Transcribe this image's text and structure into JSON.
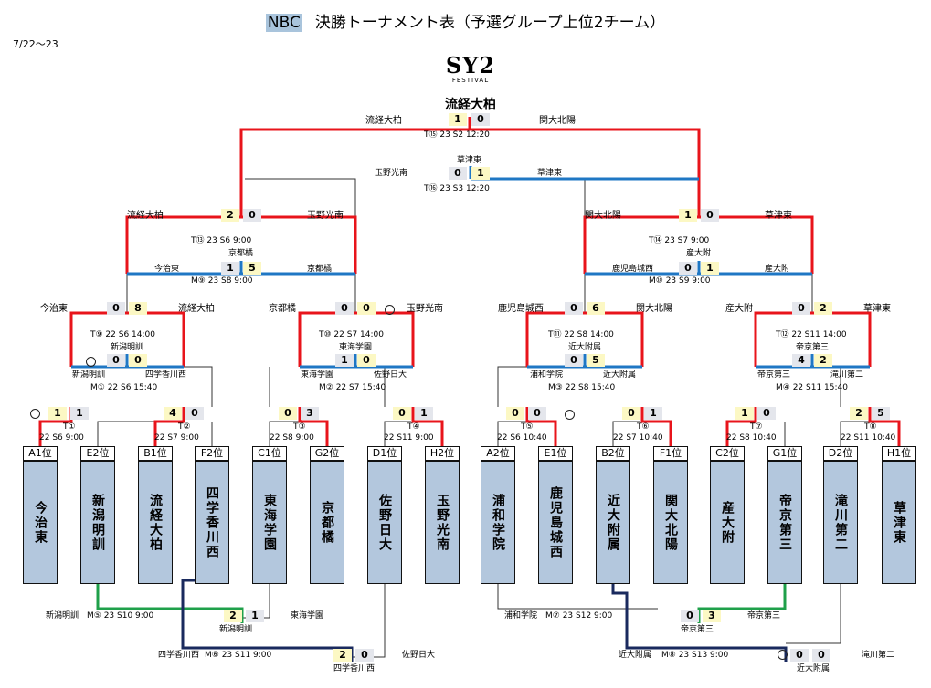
{
  "header": {
    "nbc": "NBC",
    "title": "決勝トーナメント表（予選グループ上位2チーム）",
    "date": "7/22〜23"
  },
  "logo": {
    "text": "SY2",
    "sub": "FESTIVAL"
  },
  "champion": "流経大柏",
  "colors": {
    "win": "#e8141b",
    "blue": "#1f77c4",
    "green": "#1fa04a",
    "navy": "#1a2a5e",
    "team_box": "#b3c7dd"
  },
  "teams": [
    {
      "seed": "A1位",
      "name": "今治東"
    },
    {
      "seed": "E2位",
      "name": "新潟明訓"
    },
    {
      "seed": "B1位",
      "name": "流経大柏"
    },
    {
      "seed": "F2位",
      "name": "四学香川西"
    },
    {
      "seed": "C1位",
      "name": "東海学園"
    },
    {
      "seed": "G2位",
      "name": "京都橘"
    },
    {
      "seed": "D1位",
      "name": "佐野日大"
    },
    {
      "seed": "H2位",
      "name": "玉野光南"
    },
    {
      "seed": "A2位",
      "name": "浦和学院"
    },
    {
      "seed": "E1位",
      "name": "鹿児島城西"
    },
    {
      "seed": "B2位",
      "name": "近大附属"
    },
    {
      "seed": "F1位",
      "name": "関大北陽"
    },
    {
      "seed": "C2位",
      "name": "産大附"
    },
    {
      "seed": "G1位",
      "name": "帝京第三"
    },
    {
      "seed": "D2位",
      "name": "滝川第二"
    },
    {
      "seed": "H1位",
      "name": "草津東"
    }
  ],
  "r1": [
    {
      "id": "T①",
      "info": "22 S6",
      "time": "9:00",
      "s1": "1",
      "s2": "1"
    },
    {
      "id": "T②",
      "info": "22 S7",
      "time": "9:00",
      "s1": "4",
      "s2": "0"
    },
    {
      "id": "T③",
      "info": "22 S8",
      "time": "9:00",
      "s1": "0",
      "s2": "3"
    },
    {
      "id": "T④",
      "info": "22 S11",
      "time": "9:00",
      "s1": "0",
      "s2": "1"
    },
    {
      "id": "T⑤",
      "info": "22 S6",
      "time": "10:40",
      "s1": "0",
      "s2": "0"
    },
    {
      "id": "T⑥",
      "info": "22 S7",
      "time": "10:40",
      "s1": "0",
      "s2": "1"
    },
    {
      "id": "T⑦",
      "info": "22 S8",
      "time": "10:40",
      "s1": "1",
      "s2": "0"
    },
    {
      "id": "T⑧",
      "info": "22 S11",
      "time": "10:40",
      "s1": "2",
      "s2": "5"
    }
  ],
  "qf": [
    {
      "t": "T⑨",
      "t_info": "22 S6 14:00",
      "venue": "新潟明訓",
      "pk1": "0",
      "pk2": "0",
      "l": "新潟明訓",
      "r": "四学香川西",
      "m": "M①",
      "m_info": "22 S6 15:40",
      "top_l": "今治東",
      "s1": "0",
      "s2": "8",
      "top_r": "流経大柏"
    },
    {
      "t": "T⑩",
      "t_info": "22 S7 14:00",
      "venue": "東海学園",
      "pk1": "1",
      "pk2": "0",
      "l": "東海学園",
      "r": "佐野日大",
      "m": "M②",
      "m_info": "22 S7 15:40",
      "top_l": "京都橘",
      "s1": "0",
      "s2": "0",
      "top_r": "玉野光南"
    },
    {
      "t": "T⑪",
      "t_info": "22 S8 14:00",
      "venue": "近大附属",
      "pk1": "0",
      "pk2": "5",
      "l": "浦和学院",
      "r": "近大附属",
      "m": "M③",
      "m_info": "22 S8 15:40",
      "top_l": "鹿児島城西",
      "s1": "0",
      "s2": "6",
      "top_r": "関大北陽"
    },
    {
      "t": "T⑫",
      "t_info": "22 S11 14:00",
      "venue": "帝京第三",
      "pk1": "4",
      "pk2": "2",
      "l": "帝京第三",
      "r": "滝川第二",
      "m": "M④",
      "m_info": "22 S11 15:40",
      "top_l": "産大附",
      "s1": "0",
      "s2": "2",
      "top_r": "草津東"
    }
  ],
  "sf": [
    {
      "t": "T⑬",
      "t_info": "23 S6  9:00",
      "venue": "京都橘",
      "pk1": "1",
      "pk2": "5",
      "l": "今治東",
      "r": "京都橘",
      "m": "M⑨",
      "m_info": "23 S8  9:00",
      "top_l": "流経大柏",
      "s1": "2",
      "s2": "0",
      "top_r": "玉野光南"
    },
    {
      "t": "T⑭",
      "t_info": "23 S7  9:00",
      "venue": "産大附",
      "pk1": "0",
      "pk2": "1",
      "l": "鹿児島城西",
      "r": "産大附",
      "m": "M⑩",
      "m_info": "23 S9  9:00",
      "top_l": "関大北陽",
      "s1": "1",
      "s2": "0",
      "top_r": "草津東"
    }
  ],
  "final": {
    "l": "流経大柏",
    "s1": "1",
    "s2": "0",
    "r": "関大北陽",
    "id": "T⑮",
    "info": "23 S2 12:20"
  },
  "third": {
    "venue": "草津東",
    "l": "玉野光南",
    "s1": "0",
    "s2": "1",
    "r": "草津東",
    "id": "T⑯",
    "info": "23 S3 12:20"
  },
  "lower": [
    {
      "l": "新潟明訓",
      "m": "M⑤",
      "info": "23 S10  9:00",
      "s1": "2",
      "s2": "1",
      "r": "東海学園",
      "win": "新潟明訓"
    },
    {
      "l": "四学香川西",
      "m": "M⑥",
      "info": "23 S11  9:00",
      "s1": "2",
      "s2": "0",
      "r": "佐野日大",
      "win": "四学香川西"
    },
    {
      "l": "浦和学院",
      "m": "M⑦",
      "info": "23 S12  9:00",
      "s1": "0",
      "s2": "3",
      "r": "帝京第三",
      "win": "帝京第三"
    },
    {
      "l": "近大附属",
      "m": "M⑧",
      "info": "23 S13  9:00",
      "s1": "0",
      "s2": "0",
      "r": "滝川第二",
      "win": "近大附属"
    }
  ]
}
